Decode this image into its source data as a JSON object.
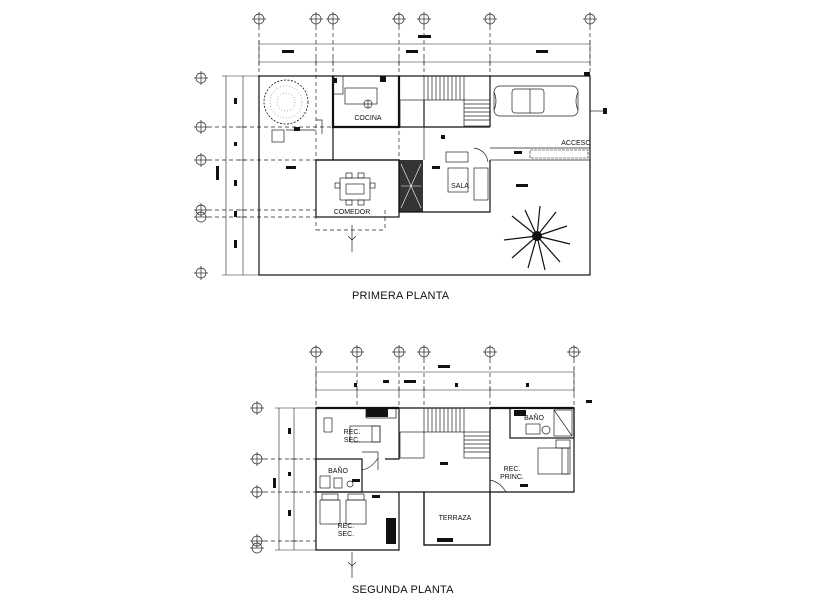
{
  "plans": {
    "first_floor": {
      "title": "PRIMERA PLANTA",
      "rooms": {
        "kitchen": "COCINA",
        "living": "SALA",
        "dining": "COMEDOR",
        "access": "ACCESO"
      }
    },
    "second_floor": {
      "title": "SEGUNDA PLANTA",
      "rooms": {
        "bath_top": "BAÑO",
        "bedroom_main": "REC.\nPRINC.",
        "bedroom_sec_top": "REC.\nSEC.",
        "bath_mid": "BAÑO",
        "bedroom_sec_bottom": "REC.\nSEC.",
        "terrace": "TERRAZA"
      }
    }
  }
}
